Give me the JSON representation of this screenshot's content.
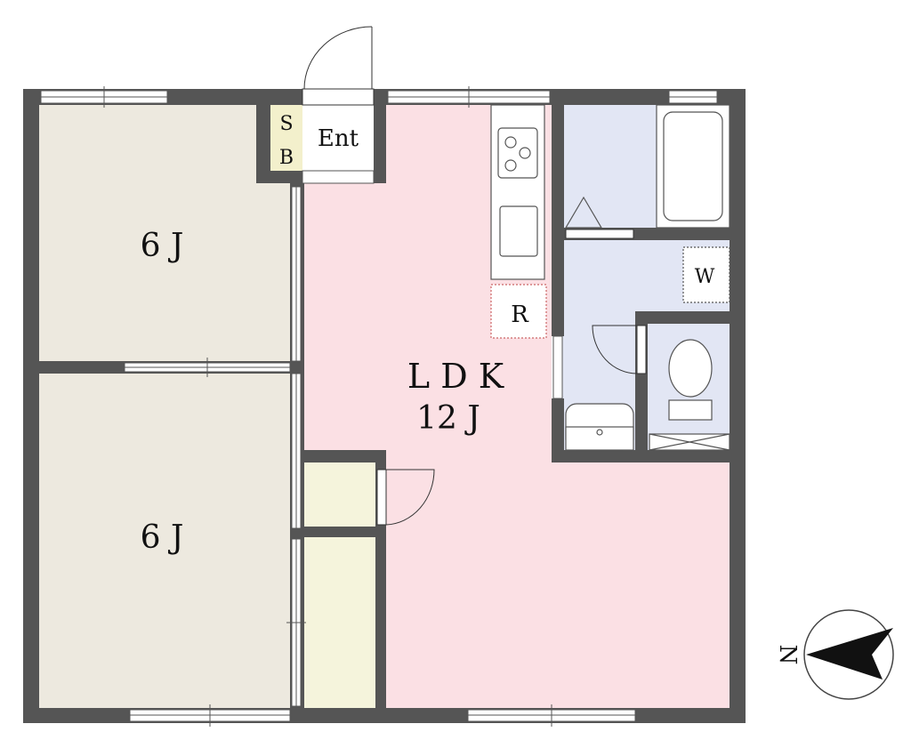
{
  "rooms": {
    "western_upper": {
      "label": "6 J"
    },
    "western_lower": {
      "label": "6 J"
    },
    "ldk": {
      "label_line1": "L D K",
      "label_line2": "12 J"
    },
    "entrance": {
      "label": "Ent"
    },
    "shoe_box": {
      "label_line1": "S",
      "label_line2": "B"
    },
    "refrigerator": {
      "label": "R"
    },
    "washer": {
      "label": "W"
    }
  },
  "compass": {
    "label": "N"
  },
  "colors": {
    "wall": "#555555",
    "western_floor": "#ede9df",
    "ldk_floor": "#fbe0e4",
    "wet_area_floor": "#e2e6f4",
    "closet_floor": "#f5f4dc",
    "shoe_box_floor": "#f3f0cc",
    "window": "#ffffff"
  }
}
